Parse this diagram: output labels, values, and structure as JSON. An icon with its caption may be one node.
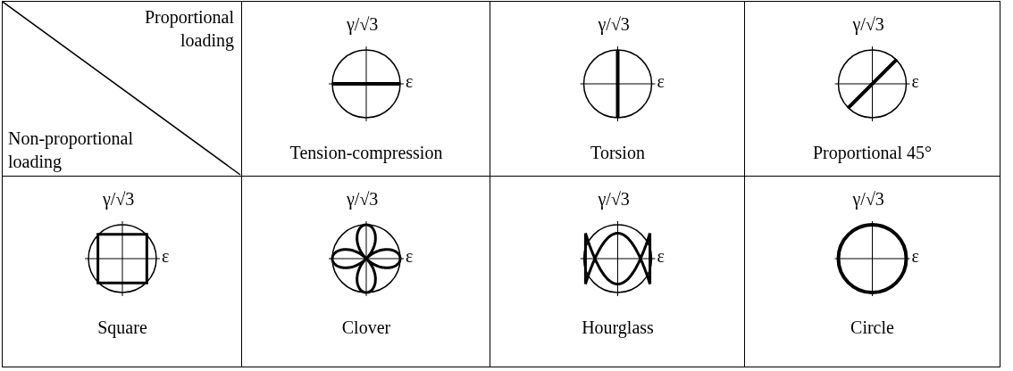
{
  "diagram": {
    "labels": [
      "Proportional loading",
      "Non-proportional loading",
      "γ/√3",
      "ε",
      "Tension-compression",
      "γ/√3",
      "ε",
      "Torsion",
      "γ/√3",
      "ε",
      "Proportional 45°",
      "γ/√3",
      "ε",
      "Square",
      "γ/√3",
      "ε",
      "Clover",
      "γ/√3",
      "ε",
      "Hourglass",
      "γ/√3",
      "ε",
      "Circle"
    ]
  }
}
